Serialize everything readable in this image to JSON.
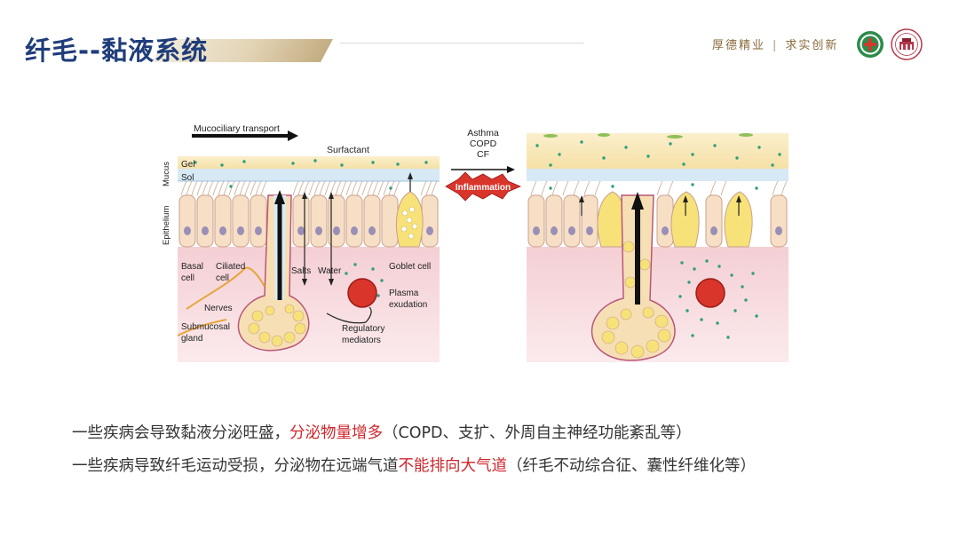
{
  "slide": {
    "title": "纤毛--黏液系统",
    "motto": {
      "left": "厚德精业",
      "sep": "|",
      "right": "求实创新"
    }
  },
  "figure": {
    "labels": {
      "transport": "Mucociliary transport",
      "surfactant": "Surfactant",
      "mucus": "Mucus",
      "gel": "Gel",
      "sol": "Sol",
      "epithelium": "Epithelium",
      "basal": [
        "Basal",
        "cell"
      ],
      "ciliated": [
        "Ciliated",
        "cell"
      ],
      "goblet": "Goblet cell",
      "salts": "Salts",
      "water": "Water",
      "plasma": [
        "Plasma",
        "exudation"
      ],
      "nerves": "Nerves",
      "submucosal": [
        "Submucosal",
        "gland"
      ],
      "regulatory": [
        "Regulatory",
        "mediators"
      ],
      "conditions": [
        "Asthma",
        "COPD",
        "CF"
      ],
      "inflammation": "Inflammation"
    }
  },
  "text": {
    "line1": {
      "before": "一些疾病会导致黏液分泌旺盛，",
      "highlight": "分泌物量增多",
      "after": "（COPD、支扩、外周自主神经功能紊乱等）"
    },
    "line2": {
      "before": "一些疾病导致纤毛运动受损，分泌物在远端气道",
      "highlight": "不能排向大气道",
      "after": "（纤毛不动综合征、囊性纤维化等）"
    }
  },
  "colors": {
    "title": "#1f3d7a",
    "highlight": "#d0262d",
    "motto": "#8a6a3c"
  }
}
